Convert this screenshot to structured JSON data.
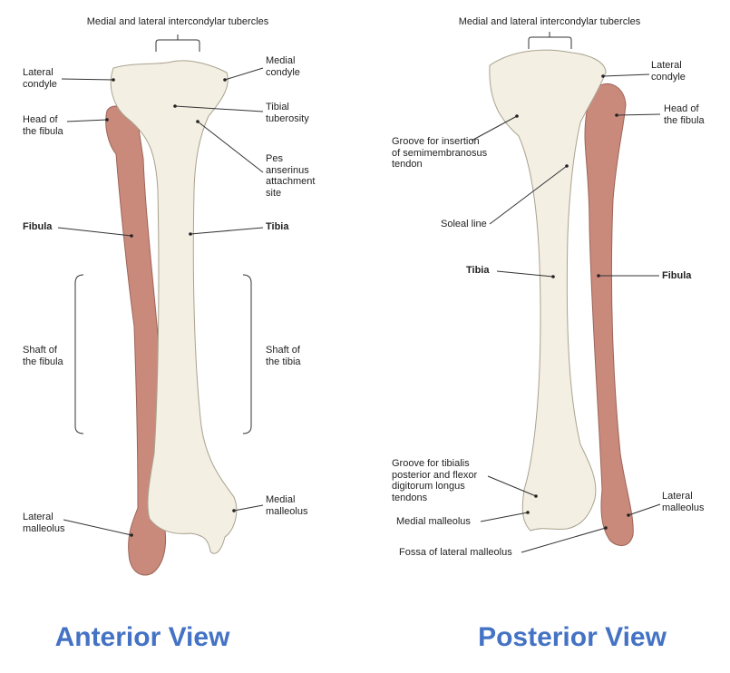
{
  "colors": {
    "title": "#4472c4",
    "bone": "#f3efe3",
    "fibula": "#c98a7c",
    "line": "#333333"
  },
  "anterior": {
    "title": "Anterior View",
    "labels": {
      "tubercles": "Medial and lateral intercondylar tubercles",
      "lateral_condyle": "Lateral\ncondyle",
      "head_fibula": "Head of\nthe fibula",
      "medial_condyle": "Medial\ncondyle",
      "tibial_tuberosity": "Tibial\ntuberosity",
      "pes_anserinus": "Pes\nanserinus\nattachment\nsite",
      "fibula": "Fibula",
      "tibia": "Tibia",
      "shaft_fibula": "Shaft of\nthe fibula",
      "shaft_tibia": "Shaft of\nthe tibia",
      "lateral_malleolus": "Lateral\nmalleolus",
      "medial_malleolus": "Medial\nmalleolus"
    }
  },
  "posterior": {
    "title": "Posterior View",
    "labels": {
      "tubercles": "Medial and lateral intercondylar tubercles",
      "lateral_condyle": "Lateral\ncondyle",
      "head_fibula": "Head of\nthe fibula",
      "semimembranosus": "Groove for insertion\nof semimembranosus\ntendon",
      "soleal_line": "Soleal line",
      "tibia": "Tibia",
      "fibula": "Fibula",
      "groove_tibialis": "Groove for tibialis\nposterior and flexor\ndigitorum longus\ntendons",
      "medial_malleolus": "Medial malleolus",
      "lateral_malleolus": "Lateral\nmalleolus",
      "fossa": "Fossa of lateral malleolus"
    }
  }
}
